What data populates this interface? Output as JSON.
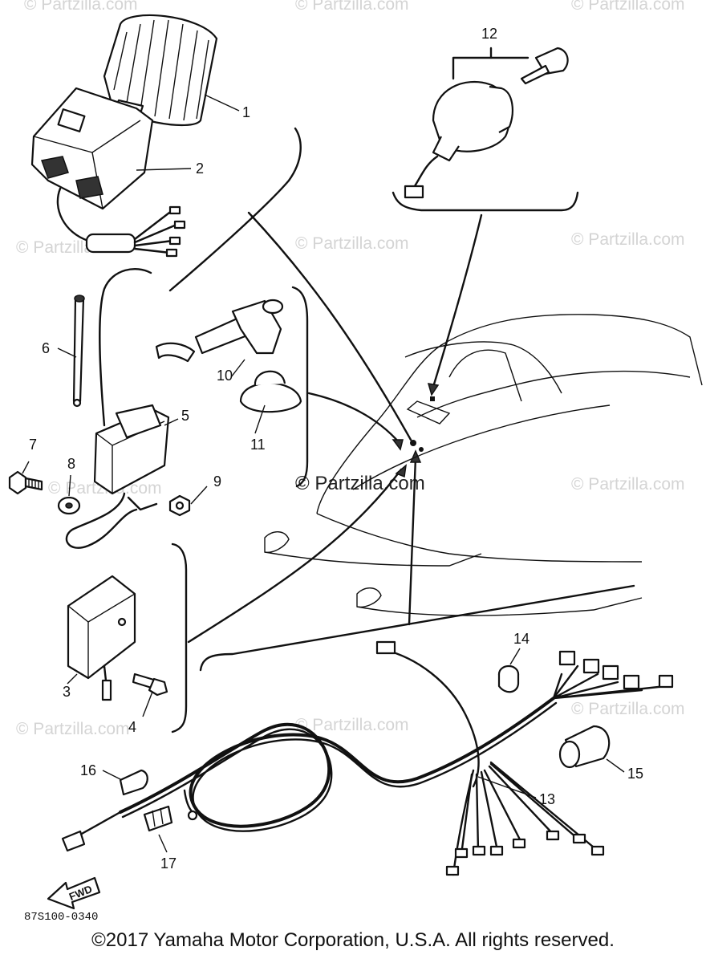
{
  "watermark_text": "© Partzilla.com",
  "callouts": {
    "c1": "1",
    "c2": "2",
    "c3": "3",
    "c4": "4",
    "c5": "5",
    "c6": "6",
    "c7": "7",
    "c8": "8",
    "c9": "9",
    "c10": "10",
    "c11": "11",
    "c12": "12",
    "c13": "13",
    "c14": "14",
    "c15": "15",
    "c16": "16",
    "c17": "17"
  },
  "forward_label": "FWD",
  "drawing_ref": "87S100-0340",
  "copyright": "©2017 Yamaha Motor Corporation, U.S.A. All rights reserved."
}
